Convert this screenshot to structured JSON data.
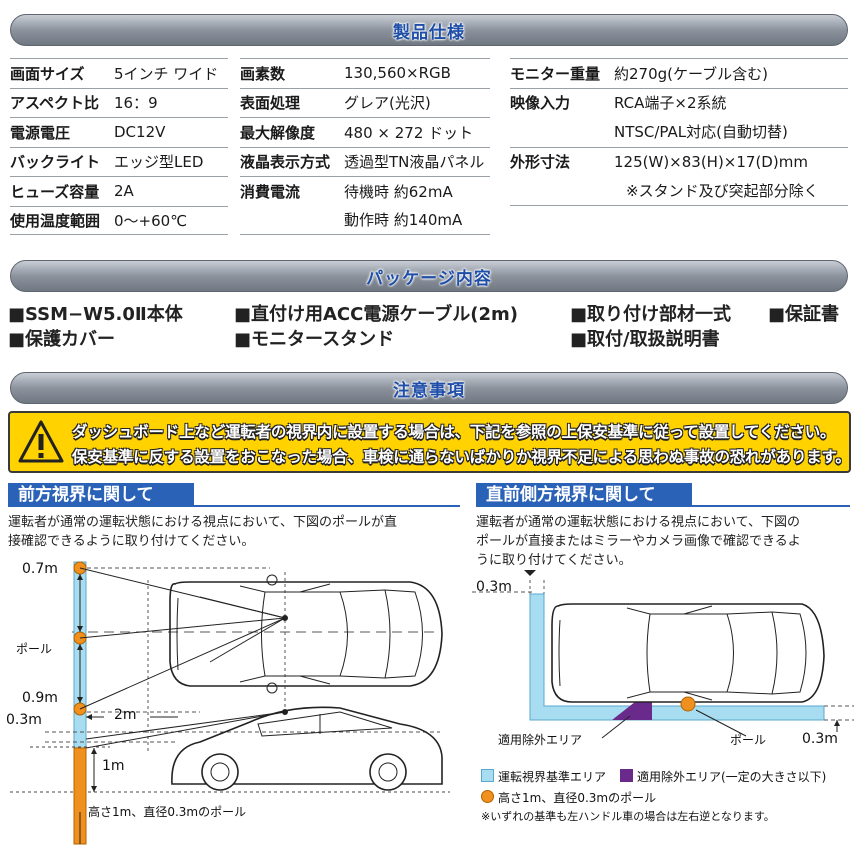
{
  "sections": {
    "specs_title": "製品仕様",
    "package_title": "パッケージ内容",
    "caution_title": "注意事項"
  },
  "specs": {
    "col1": [
      {
        "label": "画面サイズ",
        "value": "5インチ ワイド"
      },
      {
        "label": "アスペクト比",
        "value": "16：9"
      },
      {
        "label": "電源電圧",
        "value": "DC12V"
      },
      {
        "label": "バックライト",
        "value": "エッジ型LED"
      },
      {
        "label": "ヒューズ容量",
        "value": "2A"
      },
      {
        "label": "使用温度範囲",
        "value": "0～+60℃"
      }
    ],
    "col2": [
      {
        "label": "画素数",
        "value": "130,560×RGB"
      },
      {
        "label": "表面処理",
        "value": "グレア(光沢)"
      },
      {
        "label": "最大解像度",
        "value": "480 × 272 ドット"
      },
      {
        "label": "液晶表示方式",
        "value": "透過型TN液晶パネル"
      },
      {
        "label": "消費電流",
        "value": "待機時 約62mA"
      },
      {
        "label": "",
        "value": "動作時 約140mA"
      }
    ],
    "col3": [
      {
        "label": "モニター重量",
        "value": "約270g(ケーブル含む)"
      },
      {
        "label": "映像入力",
        "value": "RCA端子×2系統"
      },
      {
        "label": "",
        "value": "NTSC/PAL対応(自動切替)"
      },
      {
        "label": "外形寸法",
        "value": "125(W)×83(H)×17(D)mm"
      },
      {
        "label": "",
        "value": "※スタンド及び突起部分除く"
      }
    ]
  },
  "package": {
    "items": [
      "■SSM−W5.0Ⅱ本体",
      "■直付け用ACC電源ケーブル(2m)",
      "■取り付け部材一式",
      "■保証書",
      "■保護カバー",
      "■モニタースタンド",
      "■取付/取扱説明書"
    ]
  },
  "warning": {
    "line1": "ダッシュボード上など運転者の視界内に設置する場合は、下記を参照の上保安基準に従って設置してください。",
    "line2": "保安基準に反する設置をおこなった場合、車検に通らないばかりか視界不足による思わぬ事故の恐れがあります。"
  },
  "front": {
    "heading": "前方視界に関して",
    "text1": "運転者が通常の運転状態における視点において、下図のポールが直",
    "text2": "接確認できるように取り付けてください。",
    "label_07": "0.7m",
    "label_pole": "ポール",
    "label_09": "0.9m",
    "label_03": "0.3m",
    "label_2m": "2m",
    "label_1m": "1m",
    "caption": "高さ1m、直径0.3mのポール"
  },
  "side": {
    "heading": "直前側方視界に関して",
    "text1": "運転者が通常の運転状態における視点において、下図の",
    "text2": "ポールが直接またはミラーやカメラ画像で確認できるよ",
    "text3": "うに取り付けてください。",
    "label_03_top": "0.3m",
    "label_03_right": "0.3m",
    "label_exclusion": "適用除外エリア",
    "label_pole": "ポール",
    "legend1": "運転視界基準エリア",
    "legend2": "適用除外エリア(一定の大きさ以下)",
    "legend3": "高さ1m、直径0.3mのポール",
    "note": "※いずれの基準も左ハンドル車の場合は左右逆となります。"
  },
  "colors": {
    "bar_text": "#1e4ea8",
    "sub_head": "#2a62b8",
    "warn": "#ffd200",
    "pole": "#f0901e",
    "area_blue": "#a8dcf0",
    "area_purple": "#6a2a8c"
  }
}
